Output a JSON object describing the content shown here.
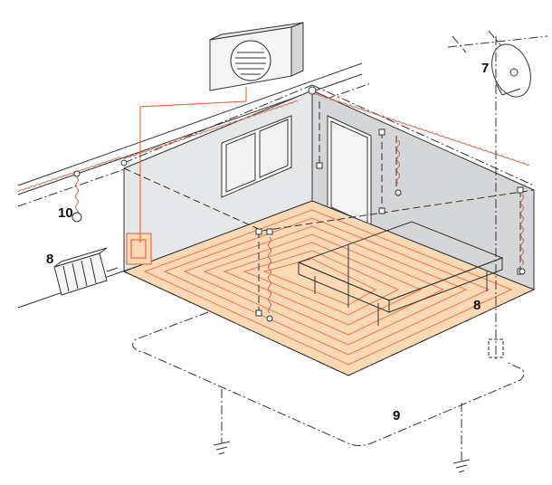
{
  "callouts": {
    "label_7": "7",
    "label_8_radiator": "8",
    "label_8_floor": "8",
    "label_9": "9",
    "label_10": "10"
  },
  "colors": {
    "floor_fill": "#fbd9b4",
    "floor_pipe": "#e8795a",
    "wall_fill": "#e6e7e8",
    "wall_dark": "#d5d6d8",
    "supply_line": "#e8542e",
    "outline": "#333333"
  },
  "icons": [
    "air-conditioner-unit-icon",
    "ceiling-fan-icon",
    "radiator-icon",
    "ground-symbol-icon",
    "window-icon",
    "door-icon",
    "bed-icon"
  ]
}
